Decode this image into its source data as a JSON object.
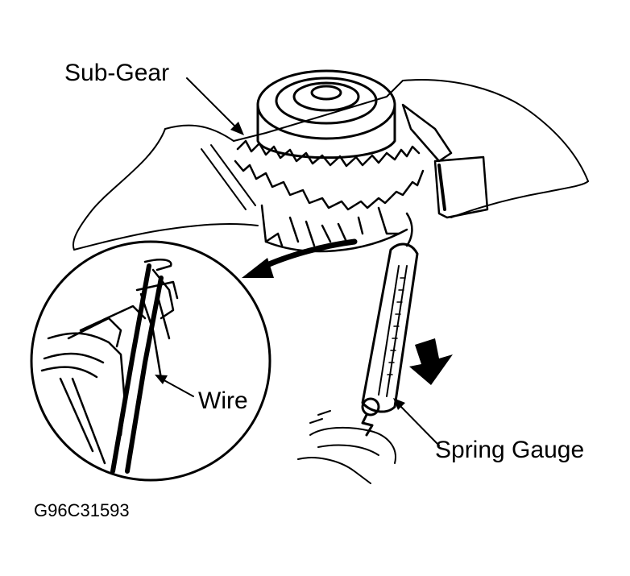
{
  "labels": {
    "sub_gear": "Sub-Gear",
    "wire": "Wire",
    "spring_gauge": "Spring Gauge",
    "figure_code": "G96C31593"
  },
  "colors": {
    "ink": "#000000",
    "background": "#ffffff"
  }
}
